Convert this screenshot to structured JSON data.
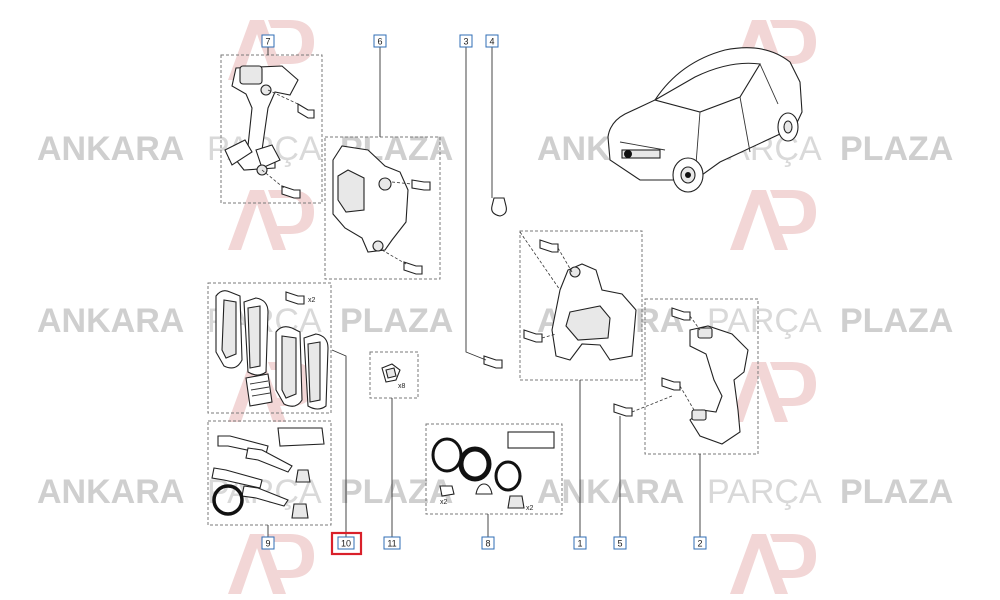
{
  "watermark": {
    "word1": "ANKARA",
    "word2": "PARÇA",
    "word3": "PLAZA",
    "color_word1": "#cfcfcf",
    "color_word2": "#d9d9d9",
    "color_word3": "#cfcfcf",
    "logo_color": "#f2d6d6"
  },
  "callouts": [
    {
      "label": "7"
    },
    {
      "label": "6"
    },
    {
      "label": "3"
    },
    {
      "label": "4"
    },
    {
      "label": "9"
    },
    {
      "label": "10"
    },
    {
      "label": "11"
    },
    {
      "label": "8"
    },
    {
      "label": "1"
    },
    {
      "label": "5"
    },
    {
      "label": "2"
    }
  ],
  "quantities": {
    "pad_bolts": "x2",
    "clip_pack": "x8",
    "seal_bolts": "x2",
    "seal_caps": "x2"
  },
  "highlight": {
    "callout": "10",
    "color": "#d9202a"
  },
  "colors": {
    "callout_border": "#2f6db5",
    "callout_fill": "#ffffff",
    "line": "#222222",
    "group_box": "#7a7a7a"
  }
}
